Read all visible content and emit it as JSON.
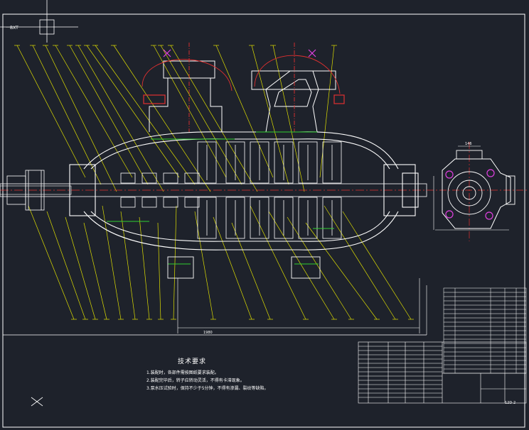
{
  "drawing": {
    "corner_tag": "一BXT",
    "drawing_number": "12D-2",
    "dimension_top": "146",
    "dimension_overall": "1980",
    "technical_requirements": {
      "title": "技术要求",
      "items": [
        "1.装配时，各部件需按图纸要求装配。",
        "2.装配完毕后，转子应转动灵活，不得有卡滞现象。",
        "3.泵水压试验时，保持不少于5分钟，不得有渗漏、裂纹等缺陷。"
      ]
    },
    "colors": {
      "background": "#1e222b",
      "part": "#ffffff",
      "leader": "#e0e000",
      "centerline": "#e03030",
      "highlight": "#30d030",
      "accent": "#e040e0"
    }
  }
}
